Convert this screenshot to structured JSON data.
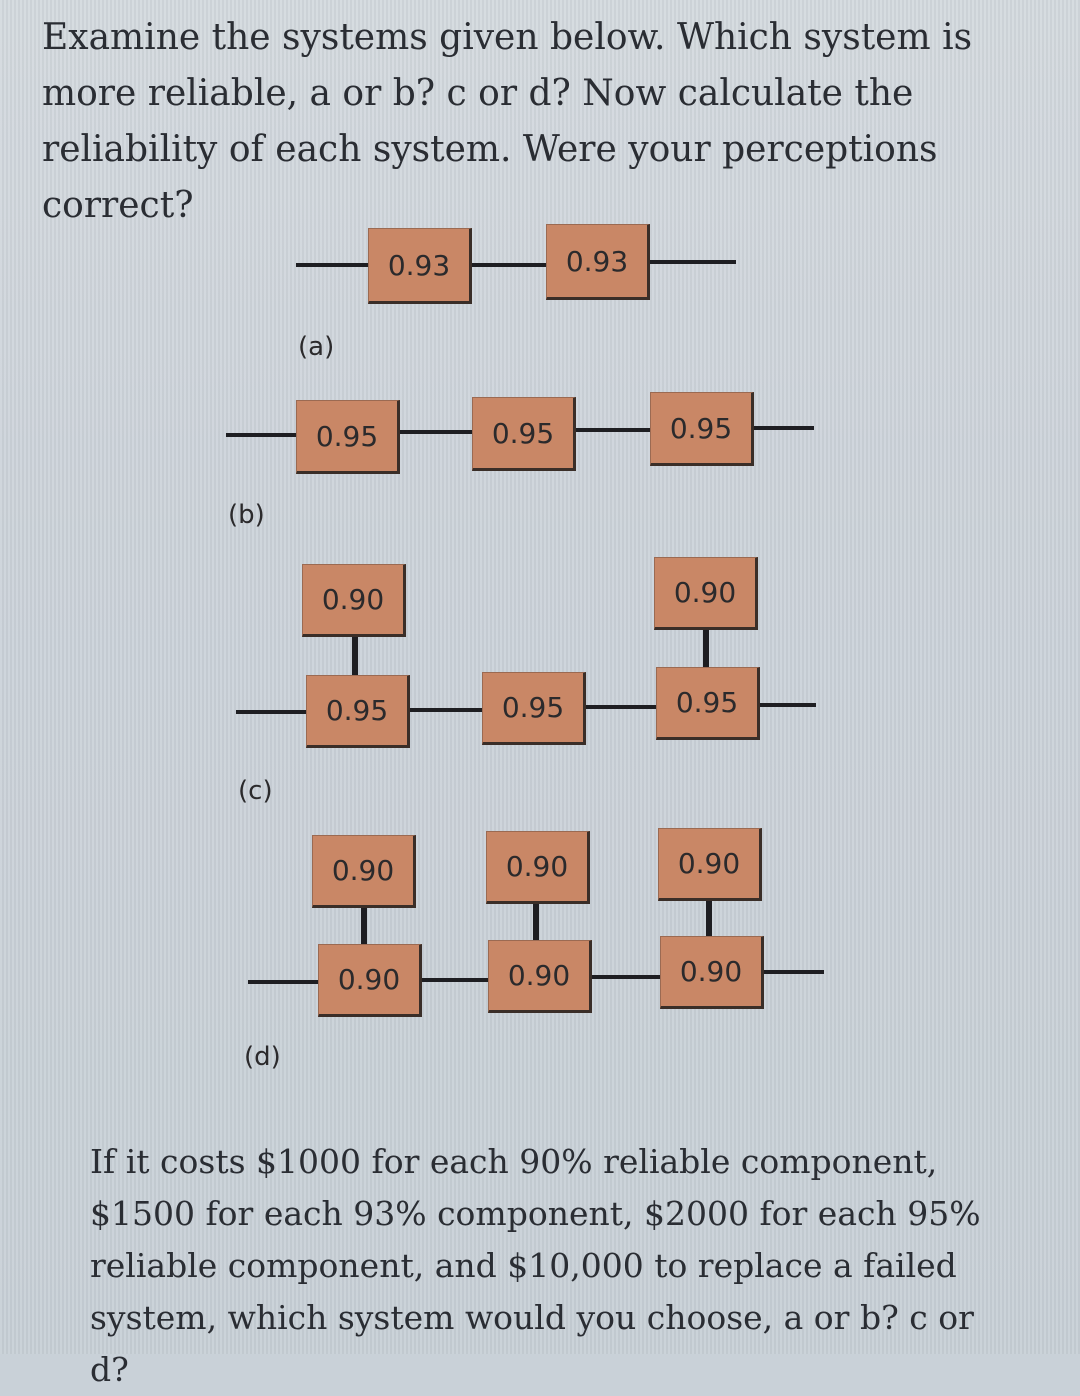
{
  "question": "Examine the systems given below. Which system is more reliable, a or b? c or d? Now calculate the reliability of each system. Were your perceptions correct?",
  "systems": {
    "a": {
      "label": "(a)",
      "components": [
        "0.93",
        "0.93"
      ]
    },
    "b": {
      "label": "(b)",
      "components": [
        "0.95",
        "0.95",
        "0.95"
      ]
    },
    "c": {
      "label": "(c)",
      "main": [
        "0.95",
        "0.95",
        "0.95"
      ],
      "backup": [
        "0.90",
        "0.90"
      ]
    },
    "d": {
      "label": "(d)",
      "main": [
        "0.90",
        "0.90",
        "0.90"
      ],
      "backup": [
        "0.90",
        "0.90",
        "0.90"
      ]
    }
  },
  "footer": "If it costs $1000 for each 90% reliable component, $1500 for each 93% component, $2000 for each 95% reliable component, and $10,000 to replace a failed system, which system would you choose, a or b? c or d?",
  "colors": {
    "component_fill": "#c98766",
    "line": "#1e1e22",
    "background": "#cbd2d9"
  }
}
